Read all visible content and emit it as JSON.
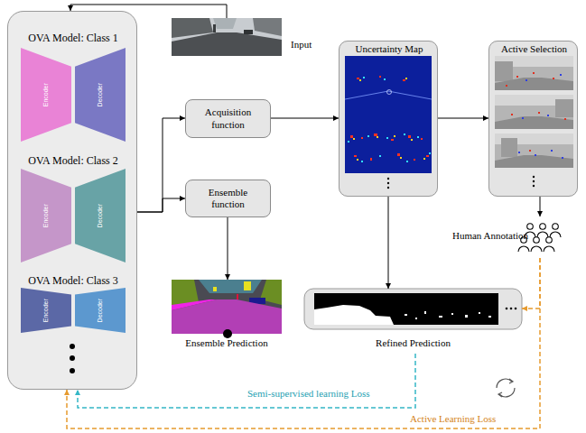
{
  "diagram": {
    "nodes": [
      {
        "text": [
          "OVA Model: Class 1",
          "OVA Model: Class 2",
          "OVA Model: Class 3"
        ]
      },
      {
        "text": [
          "Encoder"
        ],
        "in": 0
      },
      {
        "text": [
          "Decoder"
        ],
        "in": 0
      },
      {
        "text": [
          "Encoder"
        ],
        "in": 0
      },
      {
        "text": [
          "Decoder"
        ],
        "in": 0
      },
      {
        "text": [
          "Encoder"
        ],
        "in": 0
      },
      {
        "text": [
          "Decoder"
        ],
        "in": 0
      },
      {
        "text": [
          "Input"
        ]
      },
      {
        "text": [
          "Acquisition function"
        ]
      },
      {
        "text": [
          "Ensemble function"
        ]
      },
      {
        "text": [
          "Uncertainty Map"
        ]
      },
      {
        "text": [
          "Active Selection"
        ]
      },
      {
        "text": [
          "Human Annotation"
        ]
      },
      {
        "text": [
          "Ensemble Prediction"
        ]
      },
      {
        "text": [
          "Refined Prediction"
        ]
      }
    ],
    "edges": [
      {
        "from": 7,
        "to": 0,
        "arrow": "to"
      },
      {
        "from": 0,
        "to": 8,
        "arrow": "to"
      },
      {
        "from": 0,
        "to": 9,
        "arrow": "to"
      },
      {
        "from": 8,
        "to": 10,
        "arrow": "to"
      },
      {
        "from": 9,
        "to": 13,
        "arrow": "to"
      },
      {
        "from": 10,
        "to": 11,
        "arrow": "to"
      },
      {
        "from": 10,
        "to": 14,
        "arrow": "to"
      },
      {
        "from": 11,
        "to": 12,
        "arrow": "to"
      },
      {
        "from": 12,
        "to": 14,
        "arrow": "to"
      },
      {
        "from": 14,
        "to": 0,
        "label": "Semi-supervised learning Loss",
        "arrow": "to"
      },
      {
        "from": 12,
        "to": 0,
        "label": "Active Learning Loss",
        "arrow": "to"
      }
    ]
  }
}
